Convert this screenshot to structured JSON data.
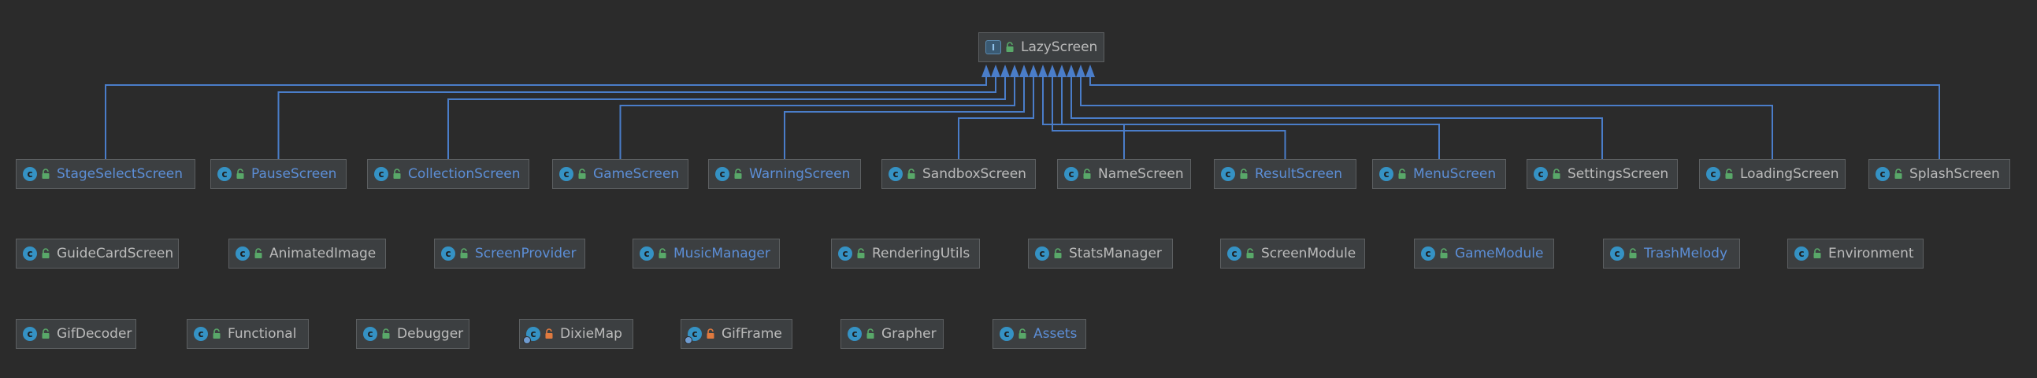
{
  "diagram": {
    "root": {
      "label": "LazyScreen",
      "icon": "interface-icon"
    },
    "children": [
      {
        "label": "StageSelectScreen",
        "link": true
      },
      {
        "label": "PauseScreen",
        "link": true
      },
      {
        "label": "CollectionScreen",
        "link": true
      },
      {
        "label": "GameScreen",
        "link": true
      },
      {
        "label": "WarningScreen",
        "link": true
      },
      {
        "label": "SandboxScreen",
        "link": false
      },
      {
        "label": "NameScreen",
        "link": false
      },
      {
        "label": "ResultScreen",
        "link": true
      },
      {
        "label": "MenuScreen",
        "link": true
      },
      {
        "label": "SettingsScreen",
        "link": false
      },
      {
        "label": "LoadingScreen",
        "link": false
      },
      {
        "label": "SplashScreen",
        "link": false
      }
    ],
    "row2": [
      {
        "label": "GuideCardScreen",
        "link": false,
        "visibility": "public"
      },
      {
        "label": "AnimatedImage",
        "link": false,
        "visibility": "public"
      },
      {
        "label": "ScreenProvider",
        "link": true,
        "visibility": "public"
      },
      {
        "label": "MusicManager",
        "link": true,
        "visibility": "public"
      },
      {
        "label": "RenderingUtils",
        "link": false,
        "visibility": "public"
      },
      {
        "label": "StatsManager",
        "link": false,
        "visibility": "public"
      },
      {
        "label": "ScreenModule",
        "link": false,
        "visibility": "public"
      },
      {
        "label": "GameModule",
        "link": true,
        "visibility": "public"
      },
      {
        "label": "TrashMelody",
        "link": true,
        "visibility": "public"
      },
      {
        "label": "Environment",
        "link": false,
        "visibility": "public"
      }
    ],
    "row3": [
      {
        "label": "GifDecoder",
        "link": false,
        "visibility": "public",
        "icon": "class-icon"
      },
      {
        "label": "Functional",
        "link": false,
        "visibility": "public",
        "icon": "class-icon"
      },
      {
        "label": "Debugger",
        "link": false,
        "visibility": "public",
        "icon": "class-icon"
      },
      {
        "label": "DixieMap",
        "link": false,
        "visibility": "private",
        "icon": "inner-class-icon"
      },
      {
        "label": "GifFrame",
        "link": false,
        "visibility": "private",
        "icon": "inner-class-icon"
      },
      {
        "label": "Grapher",
        "link": false,
        "visibility": "public",
        "icon": "class-icon"
      },
      {
        "label": "Assets",
        "link": true,
        "visibility": "public",
        "icon": "class-icon"
      }
    ]
  },
  "colors": {
    "edge": "#4a7dc9",
    "public_lock": "#59a869",
    "private_lock": "#e07a3f",
    "link_text": "#5c8ed6",
    "text": "#bbbbbb"
  }
}
